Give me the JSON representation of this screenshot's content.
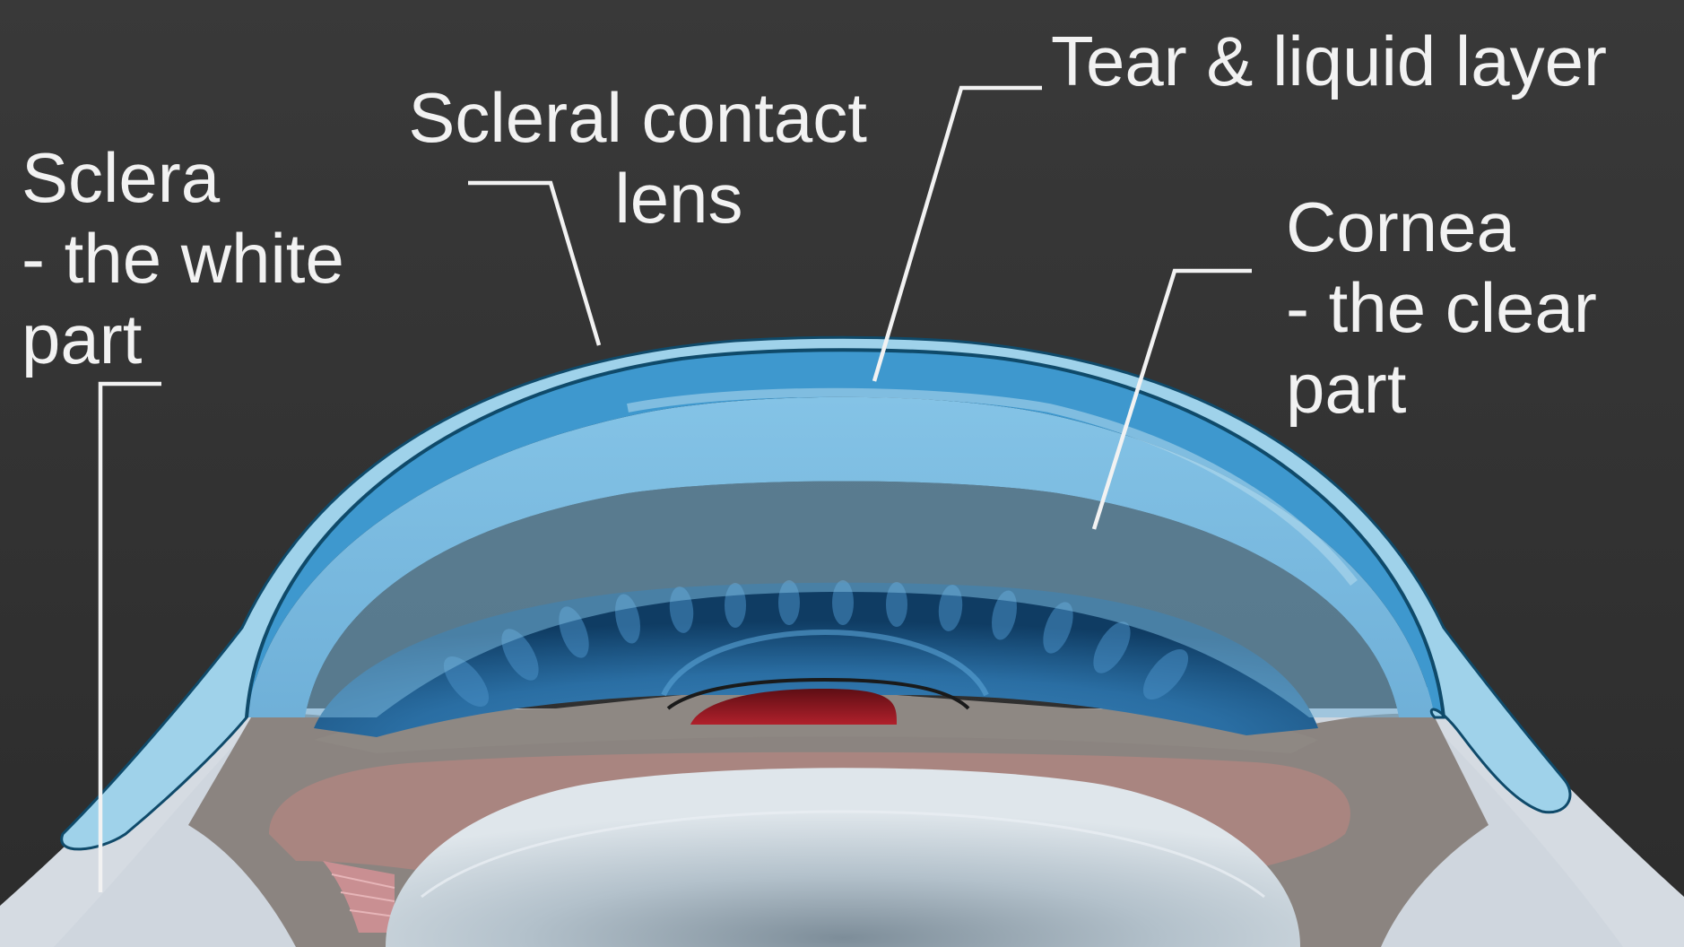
{
  "labels": {
    "sclera": [
      "Sclera",
      "- the white",
      "part"
    ],
    "scleral_lens": [
      "Scleral contact",
      "lens"
    ],
    "tear_layer": [
      "Tear & liquid layer"
    ],
    "cornea": [
      "Cornea",
      "- the clear",
      "part"
    ]
  },
  "colors": {
    "background": "#333333",
    "label_text": "#f2f2f2",
    "scleral_lens": "#9fd2ea",
    "tear_layer": "#3e98ce",
    "cornea": "#7fbde0",
    "iris": "#1f5f8b",
    "pupil": "#8c1a22",
    "sclera": "#d5dbe2",
    "ciliary_body": "#9a7a76",
    "crystalline_lens": "#bfcbd4"
  }
}
